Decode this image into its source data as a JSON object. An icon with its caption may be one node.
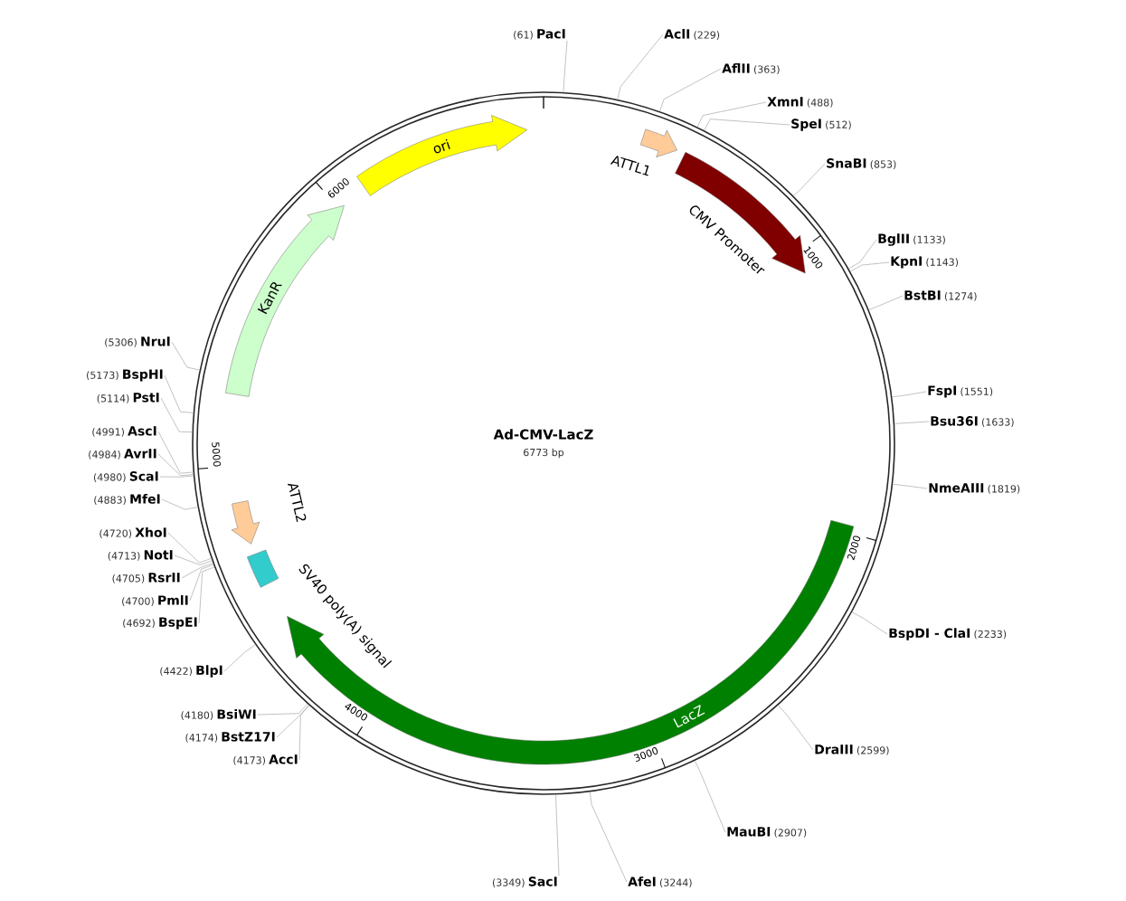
{
  "diagram": {
    "title": "Ad-CMV-LacZ",
    "nodes": [
      {
        "text": [
          "ori"
        ]
      },
      {
        "text": [
          "ATTL1"
        ]
      },
      {
        "text": [
          "CMV Promoter"
        ]
      },
      {
        "text": [
          "LacZ"
        ]
      },
      {
        "text": [
          "KanR"
        ]
      },
      {
        "text": [
          "ATTL2"
        ]
      },
      {
        "text": [
          "SV40 poly(A) signal"
        ]
      },
      {
        "text": [
          "(61)",
          "PacI"
        ]
      },
      {
        "text": [
          "AclI",
          "(229)"
        ]
      },
      {
        "text": [
          "AflII",
          "(363)"
        ]
      },
      {
        "text": [
          "XmnI",
          "(488)"
        ]
      },
      {
        "text": [
          "SpeI",
          "(512)"
        ]
      },
      {
        "text": [
          "SnaBI",
          "(853)"
        ]
      },
      {
        "text": [
          "BglII",
          "(1133)"
        ]
      },
      {
        "text": [
          "KpnI",
          "(1143)"
        ]
      },
      {
        "text": [
          "BstBI",
          "(1274)"
        ]
      },
      {
        "text": [
          "FspI",
          "(1551)"
        ]
      },
      {
        "text": [
          "Bsu36I",
          "(1633)"
        ]
      },
      {
        "text": [
          "NmeAIII",
          "(1819)"
        ]
      },
      {
        "text": [
          "BspDI - ClaI",
          "(2233)"
        ]
      },
      {
        "text": [
          "DraIII",
          "(2599)"
        ]
      },
      {
        "text": [
          "MauBI",
          "(2907)"
        ]
      },
      {
        "text": [
          "AfeI",
          "(3244)"
        ]
      },
      {
        "text": [
          "(3349)",
          "SacI"
        ]
      },
      {
        "text": [
          "(4173)",
          "AccI"
        ]
      },
      {
        "text": [
          "(4174)",
          "BstZ17I"
        ]
      },
      {
        "text": [
          "(4180)",
          "BsiWI"
        ]
      },
      {
        "text": [
          "(4422)",
          "BlpI"
        ]
      },
      {
        "text": [
          "(4692)",
          "BspEI"
        ]
      },
      {
        "text": [
          "(4700)",
          "PmlI"
        ]
      },
      {
        "text": [
          "(4705)",
          "RsrII"
        ]
      },
      {
        "text": [
          "(4713)",
          "NotI"
        ]
      },
      {
        "text": [
          "(4720)",
          "XhoI"
        ]
      },
      {
        "text": [
          "(4883)",
          "MfeI"
        ]
      },
      {
        "text": [
          "(4980)",
          "ScaI"
        ]
      },
      {
        "text": [
          "(4984)",
          "AvrII"
        ]
      },
      {
        "text": [
          "(4991)",
          "AscI"
        ]
      },
      {
        "text": [
          "(5114)",
          "PstI"
        ]
      },
      {
        "text": [
          "(5173)",
          "BspHI"
        ]
      },
      {
        "text": [
          "(5306)",
          "NruI"
        ]
      }
    ],
    "edges": [
      {
        "from": 7,
        "to": null,
        "arrow": "none"
      },
      {
        "from": 8,
        "to": null,
        "arrow": "none"
      },
      {
        "from": 9,
        "to": null,
        "arrow": "none"
      },
      {
        "from": 10,
        "to": null,
        "arrow": "none"
      },
      {
        "from": 11,
        "to": null,
        "arrow": "none"
      },
      {
        "from": 12,
        "to": null,
        "arrow": "none"
      },
      {
        "from": 13,
        "to": null,
        "arrow": "none"
      },
      {
        "from": 14,
        "to": null,
        "arrow": "none"
      },
      {
        "from": 15,
        "to": null,
        "arrow": "none"
      },
      {
        "from": 16,
        "to": null,
        "arrow": "none"
      },
      {
        "from": 17,
        "to": null,
        "arrow": "none"
      },
      {
        "from": 18,
        "to": null,
        "arrow": "none"
      },
      {
        "from": 19,
        "to": null,
        "arrow": "none"
      },
      {
        "from": 20,
        "to": null,
        "arrow": "none"
      },
      {
        "from": 21,
        "to": null,
        "arrow": "none"
      },
      {
        "from": 22,
        "to": null,
        "arrow": "none"
      },
      {
        "from": 23,
        "to": null,
        "arrow": "none"
      },
      {
        "from": 24,
        "to": null,
        "arrow": "none"
      },
      {
        "from": 25,
        "to": null,
        "arrow": "none"
      },
      {
        "from": 26,
        "to": null,
        "arrow": "none"
      },
      {
        "from": 27,
        "to": null,
        "arrow": "none"
      },
      {
        "from": 28,
        "to": null,
        "arrow": "none"
      },
      {
        "from": 29,
        "to": null,
        "arrow": "none"
      },
      {
        "from": 30,
        "to": null,
        "arrow": "none"
      },
      {
        "from": 31,
        "to": null,
        "arrow": "none"
      },
      {
        "from": 32,
        "to": null,
        "arrow": "none"
      },
      {
        "from": 33,
        "to": null,
        "arrow": "none"
      },
      {
        "from": 34,
        "to": null,
        "arrow": "none"
      },
      {
        "from": 35,
        "to": null,
        "arrow": "none"
      },
      {
        "from": 36,
        "to": null,
        "arrow": "none"
      },
      {
        "from": 37,
        "to": null,
        "arrow": "none"
      },
      {
        "from": 38,
        "to": null,
        "arrow": "none"
      },
      {
        "from": 39,
        "to": null,
        "arrow": "none"
      }
    ],
    "labels": [
      "6773 bp",
      "1000",
      "2000",
      "3000",
      "4000",
      "5000",
      "6000"
    ]
  }
}
